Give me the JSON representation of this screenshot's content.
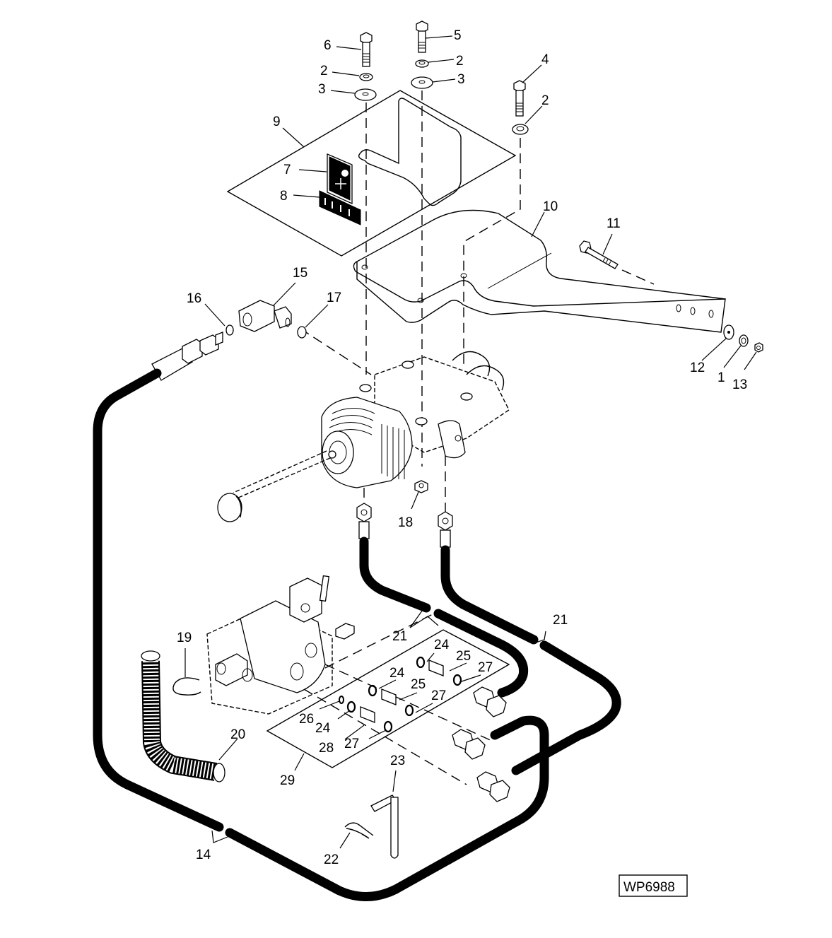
{
  "figure": {
    "id_label": "WP6988",
    "type": "exploded parts diagram"
  },
  "callouts": [
    {
      "number": "1",
      "part": "lock-washer-lever-bolt"
    },
    {
      "number": "2",
      "part": "lock-washer"
    },
    {
      "number": "3",
      "part": "flat-washer"
    },
    {
      "number": "4",
      "part": "cap-screw-short"
    },
    {
      "number": "5",
      "part": "cap-screw-center"
    },
    {
      "number": "6",
      "part": "cap-screw-left"
    },
    {
      "number": "7",
      "part": "decal-control"
    },
    {
      "number": "8",
      "part": "decal-strip"
    },
    {
      "number": "9",
      "part": "cover-plate"
    },
    {
      "number": "10",
      "part": "mounting-bracket"
    },
    {
      "number": "11",
      "part": "cap-screw-bracket"
    },
    {
      "number": "12",
      "part": "flat-washer-bracket"
    },
    {
      "number": "13",
      "part": "lock-nut"
    },
    {
      "number": "14",
      "part": "hose-long"
    },
    {
      "number": "15",
      "part": "elbow-fitting"
    },
    {
      "number": "16",
      "part": "o-ring-hose-side"
    },
    {
      "number": "17",
      "part": "o-ring-valve-side"
    },
    {
      "number": "18",
      "part": "hex-nut"
    },
    {
      "number": "19",
      "part": "retaining-ring"
    },
    {
      "number": "20",
      "part": "braided-hose"
    },
    {
      "number": "21",
      "part": "hydraulic-hose-pair"
    },
    {
      "number": "22",
      "part": "hair-pin-clip"
    },
    {
      "number": "23",
      "part": "pin"
    },
    {
      "number": "24",
      "part": "o-ring"
    },
    {
      "number": "25",
      "part": "adapter-fitting"
    },
    {
      "number": "26",
      "part": "o-ring-small"
    },
    {
      "number": "27",
      "part": "o-ring-outer"
    },
    {
      "number": "28",
      "part": "adapter-fitting-short"
    },
    {
      "number": "29",
      "part": "fitting-kit"
    }
  ],
  "labels": {
    "l6": "6",
    "l5": "5",
    "l2a": "2",
    "l2b": "2",
    "l3a": "3",
    "l3b": "3",
    "l4": "4",
    "l2c": "2",
    "l9": "9",
    "l7": "7",
    "l8": "8",
    "l10": "10",
    "l11": "11",
    "l15": "15",
    "l16": "16",
    "l17": "17",
    "l12": "12",
    "l1": "1",
    "l13": "13",
    "l18": "18",
    "l21a": "21",
    "l21b": "21",
    "l19": "19",
    "l24a": "24",
    "l25a": "25",
    "l27a": "27",
    "l24b": "24",
    "l25b": "25",
    "l27b": "27",
    "l26": "26",
    "l24c": "24",
    "l28": "28",
    "l27c": "27",
    "l20": "20",
    "l29": "29",
    "l23": "23",
    "l22": "22",
    "l14": "14"
  }
}
